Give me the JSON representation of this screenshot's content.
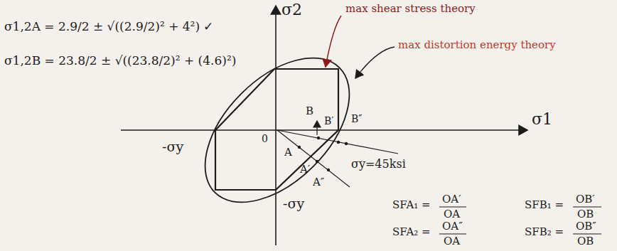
{
  "diagram": {
    "labels": [
      "σ1,2A = 2.9/2 ± √((2.9/2)² + 4²) ✓",
      "σ1,2B = 23.8/2 ± √((23.8/2)² + (4.6)²)",
      "σ2",
      "max shear stress theory",
      "max distortion energy theory",
      "σ1",
      "-σy",
      "0",
      "A",
      "A′",
      "A″",
      "B",
      "B′",
      "B″",
      "σy=45ksi",
      "-σy",
      "SFA₁ =",
      "OA′",
      "OA",
      "SFA₂ =",
      "OA″",
      "OA",
      "SFB₁ =",
      "OB′",
      "OB",
      "SFB₂ =",
      "OB″",
      "OB"
    ]
  }
}
